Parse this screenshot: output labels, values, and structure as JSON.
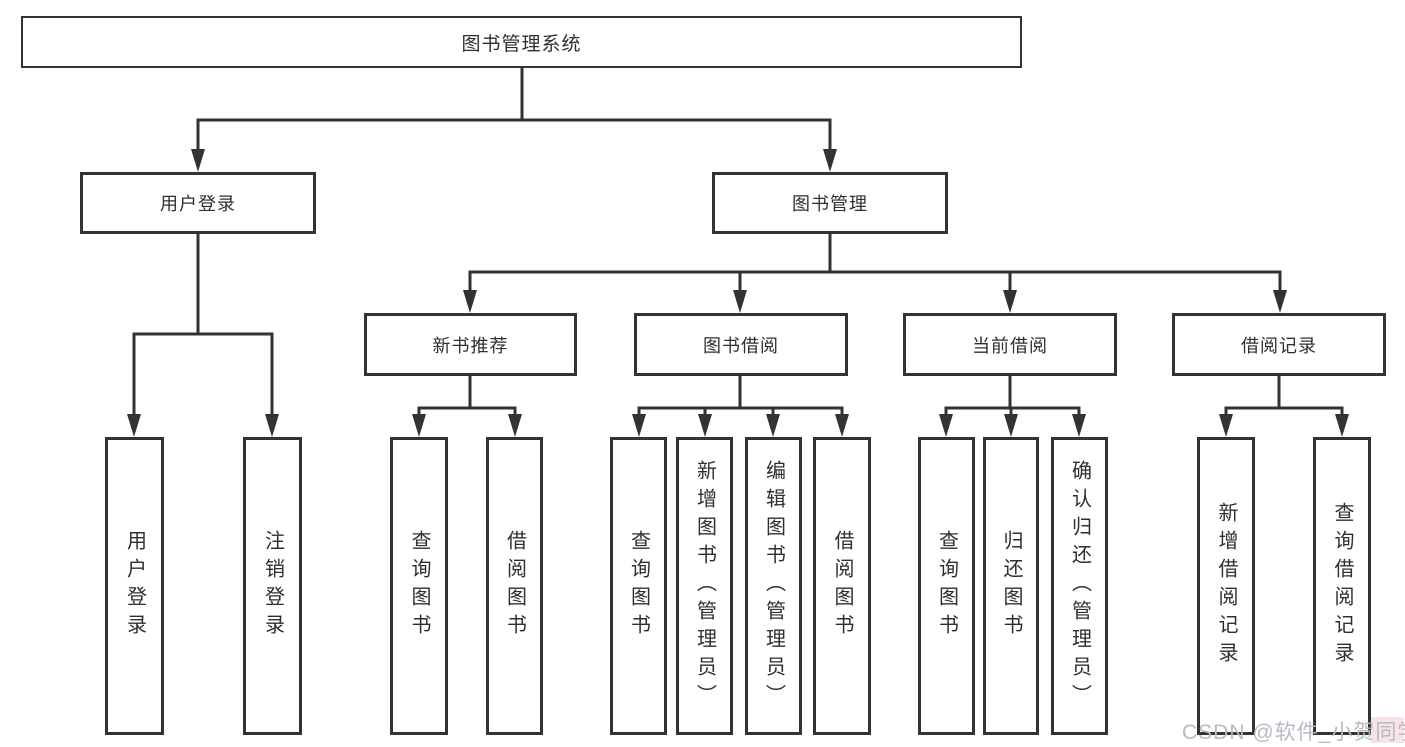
{
  "diagram": {
    "title": "图书管理系统",
    "level2": [
      "用户登录",
      "图书管理"
    ],
    "level3": [
      "新书推荐",
      "图书借阅",
      "当前借阅",
      "借阅记录"
    ],
    "leaves": [
      "用户登录",
      "注销登录",
      "查询图书",
      "借阅图书",
      "查询图书",
      "新增图书（管理员）",
      "编辑图书（管理员）",
      "借阅图书",
      "查询图书",
      "归还图书",
      "确认归还（管理员）",
      "新增借阅记录",
      "查询借阅记录"
    ],
    "hierarchy": [
      {
        "parent": "图书管理系统",
        "children": [
          "用户登录",
          "图书管理"
        ]
      },
      {
        "parent": "用户登录",
        "children": [
          "用户登录",
          "注销登录"
        ]
      },
      {
        "parent": "图书管理",
        "children": [
          "新书推荐",
          "图书借阅",
          "当前借阅",
          "借阅记录"
        ]
      },
      {
        "parent": "新书推荐",
        "children": [
          "查询图书",
          "借阅图书"
        ]
      },
      {
        "parent": "图书借阅",
        "children": [
          "查询图书",
          "新增图书（管理员）",
          "编辑图书（管理员）",
          "借阅图书"
        ]
      },
      {
        "parent": "当前借阅",
        "children": [
          "查询图书",
          "归还图书",
          "确认归还（管理员）"
        ]
      },
      {
        "parent": "借阅记录",
        "children": [
          "新增借阅记录",
          "查询借阅记录"
        ]
      }
    ],
    "watermark": "CSDN @软件_小贺同学",
    "colors": {
      "line": "#333333",
      "box_fill": "#ffffff",
      "text": "#2f2f2f",
      "watermark": "#b5bac3",
      "background": "#ffffff"
    }
  }
}
